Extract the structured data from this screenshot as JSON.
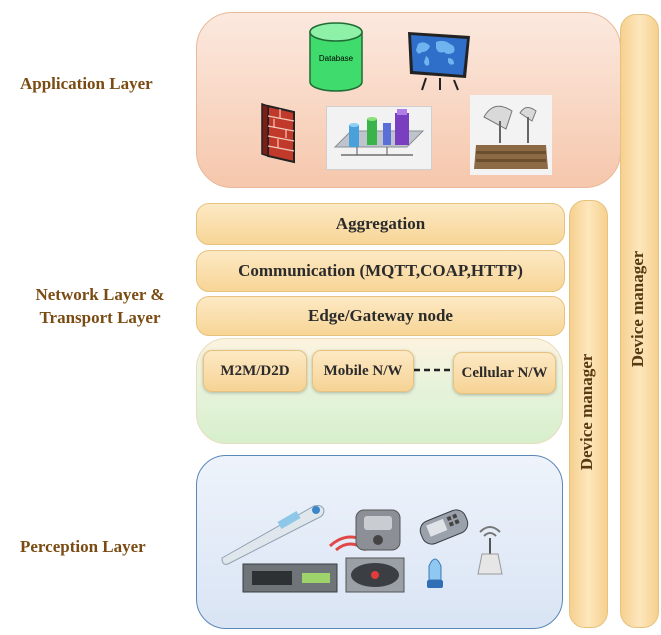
{
  "layers": {
    "application": "Application Layer",
    "network_line1": "Network Layer &",
    "network_line2": "Transport Layer",
    "perception": "Perception Layer"
  },
  "application_panel": {
    "database_label": "Database",
    "icons": [
      "database-icon",
      "world-map-display-icon",
      "firewall-icon",
      "server-network-icon",
      "satellite-dish-icon"
    ]
  },
  "network_bars": {
    "aggregation": "Aggregation",
    "communication": "Communication (MQTT,COAP,HTTP)",
    "edge": "Edge/Gateway node"
  },
  "network_types": {
    "m2m": "M2M/D2D",
    "mobile": "Mobile N/W",
    "cellular": "Cellular N/W"
  },
  "perception_icons": [
    "thermometer-icon",
    "rfid-reader-icon",
    "mobile-phone-icon",
    "sensor-node-icon",
    "card-reader-icon",
    "smoke-detector-icon",
    "bulb-sensor-icon"
  ],
  "device_manager": {
    "inner": "Device manager",
    "outer": "Device manager"
  },
  "colors": {
    "application_fill": "#f6c7ac",
    "bar_fill": "#f7d596",
    "network_green": "#d7efcc",
    "perception_fill": "#d9e4f4",
    "perception_border": "#5b87b8",
    "label_text": "#7a4b12"
  }
}
